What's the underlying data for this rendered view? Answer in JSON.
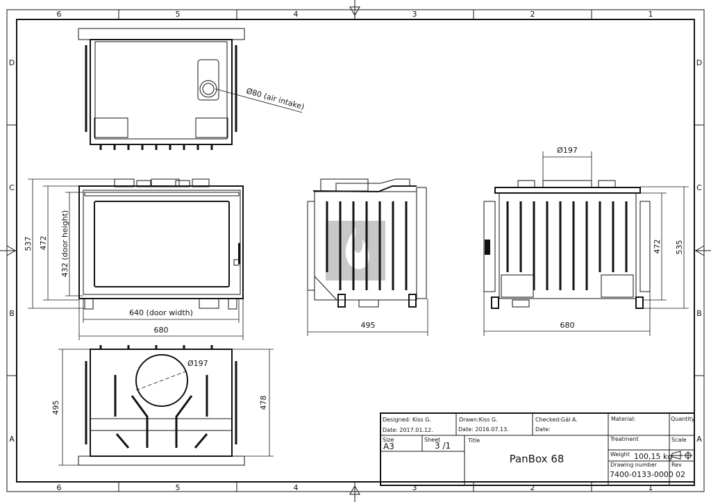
{
  "frame": {
    "columns": [
      "6",
      "5",
      "4",
      "3",
      "2",
      "1"
    ],
    "rows": [
      "D",
      "C",
      "B",
      "A"
    ]
  },
  "top_view": {
    "intake_label": "Ø80 (air intake)"
  },
  "front_view": {
    "dim_total_height": "537",
    "dim_height": "472",
    "dim_door_height": "432 (door height)",
    "dim_door_width": "640 (door width)",
    "dim_width": "680"
  },
  "side_view": {
    "dim_depth": "495"
  },
  "rear_view": {
    "dim_flue": "Ø197",
    "dim_width": "680",
    "dim_height": "472",
    "dim_total_height": "535"
  },
  "bottom_view": {
    "dim_flue": "Ø197",
    "dim_depth": "495",
    "dim_inner_depth": "478"
  },
  "title_block": {
    "designed": "Designed: Kiss G.",
    "designed_date": "Date:  2017.01.12.",
    "drawn": "Drawn:Kiss G.",
    "drawn_date": "Date: 2016.07.13.",
    "checked": "Checked:Gál A.",
    "checked_date": "Date:",
    "material_label": "Material:",
    "quantity_label": "Quantity",
    "size_label": "Size",
    "size_value": "A3",
    "sheet_label": "Sheet",
    "sheet_value": "3  /1",
    "title_label": "Title",
    "title_value": "PanBox 68",
    "treatment_label": "Treatment",
    "scale_label": "Scale",
    "weight_label": "Weight",
    "weight_value": "100,15 kg",
    "drawing_number_label": "Drawing number",
    "drawing_number_value": "7400-0133-0000",
    "rev_label": "Rev",
    "rev_value": "02"
  }
}
